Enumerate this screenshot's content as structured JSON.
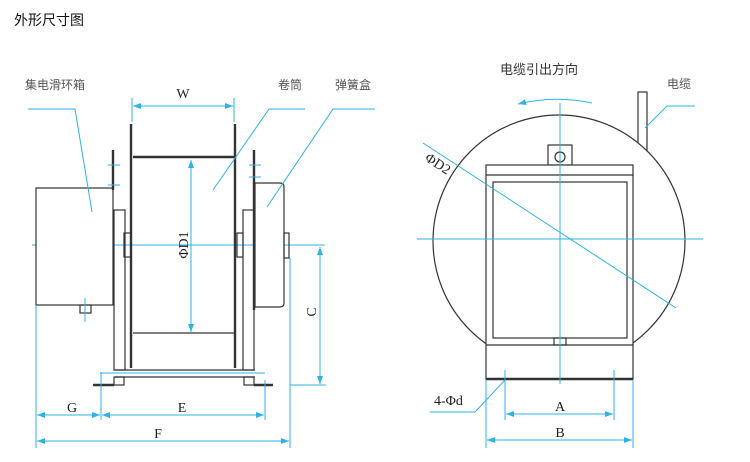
{
  "title": "外形尺寸图",
  "side_view": {
    "labels": {
      "slip_ring_box": "集电滑环箱",
      "drum": "卷筒",
      "spring_box": "弹簧盒"
    },
    "dimensions": {
      "W": "W",
      "D1": "ΦD1",
      "C": "C",
      "G": "G",
      "E": "E",
      "F": "F"
    }
  },
  "front_view": {
    "labels": {
      "cable_direction": "电缆引出方向",
      "cable": "电缆"
    },
    "dimensions": {
      "D2": "ΦD2",
      "d": "4-Φd",
      "A": "A",
      "B": "B"
    }
  },
  "colors": {
    "dimension_line": "#2fb2e6",
    "outline": "#333333"
  }
}
